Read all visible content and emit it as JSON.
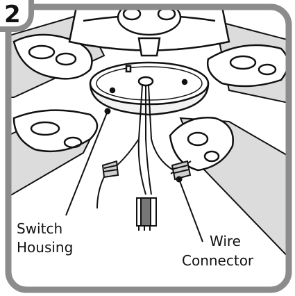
{
  "step": {
    "number": "2"
  },
  "callouts": {
    "switch_housing": {
      "line1": "Switch",
      "line2": "Housing"
    },
    "wire_connector": {
      "line1": "Wire",
      "line2": "Connector"
    }
  },
  "colors": {
    "frame": "#8c8c8c",
    "blade_fill": "#dcdcdc",
    "outline": "#111111",
    "background": "#ffffff"
  }
}
